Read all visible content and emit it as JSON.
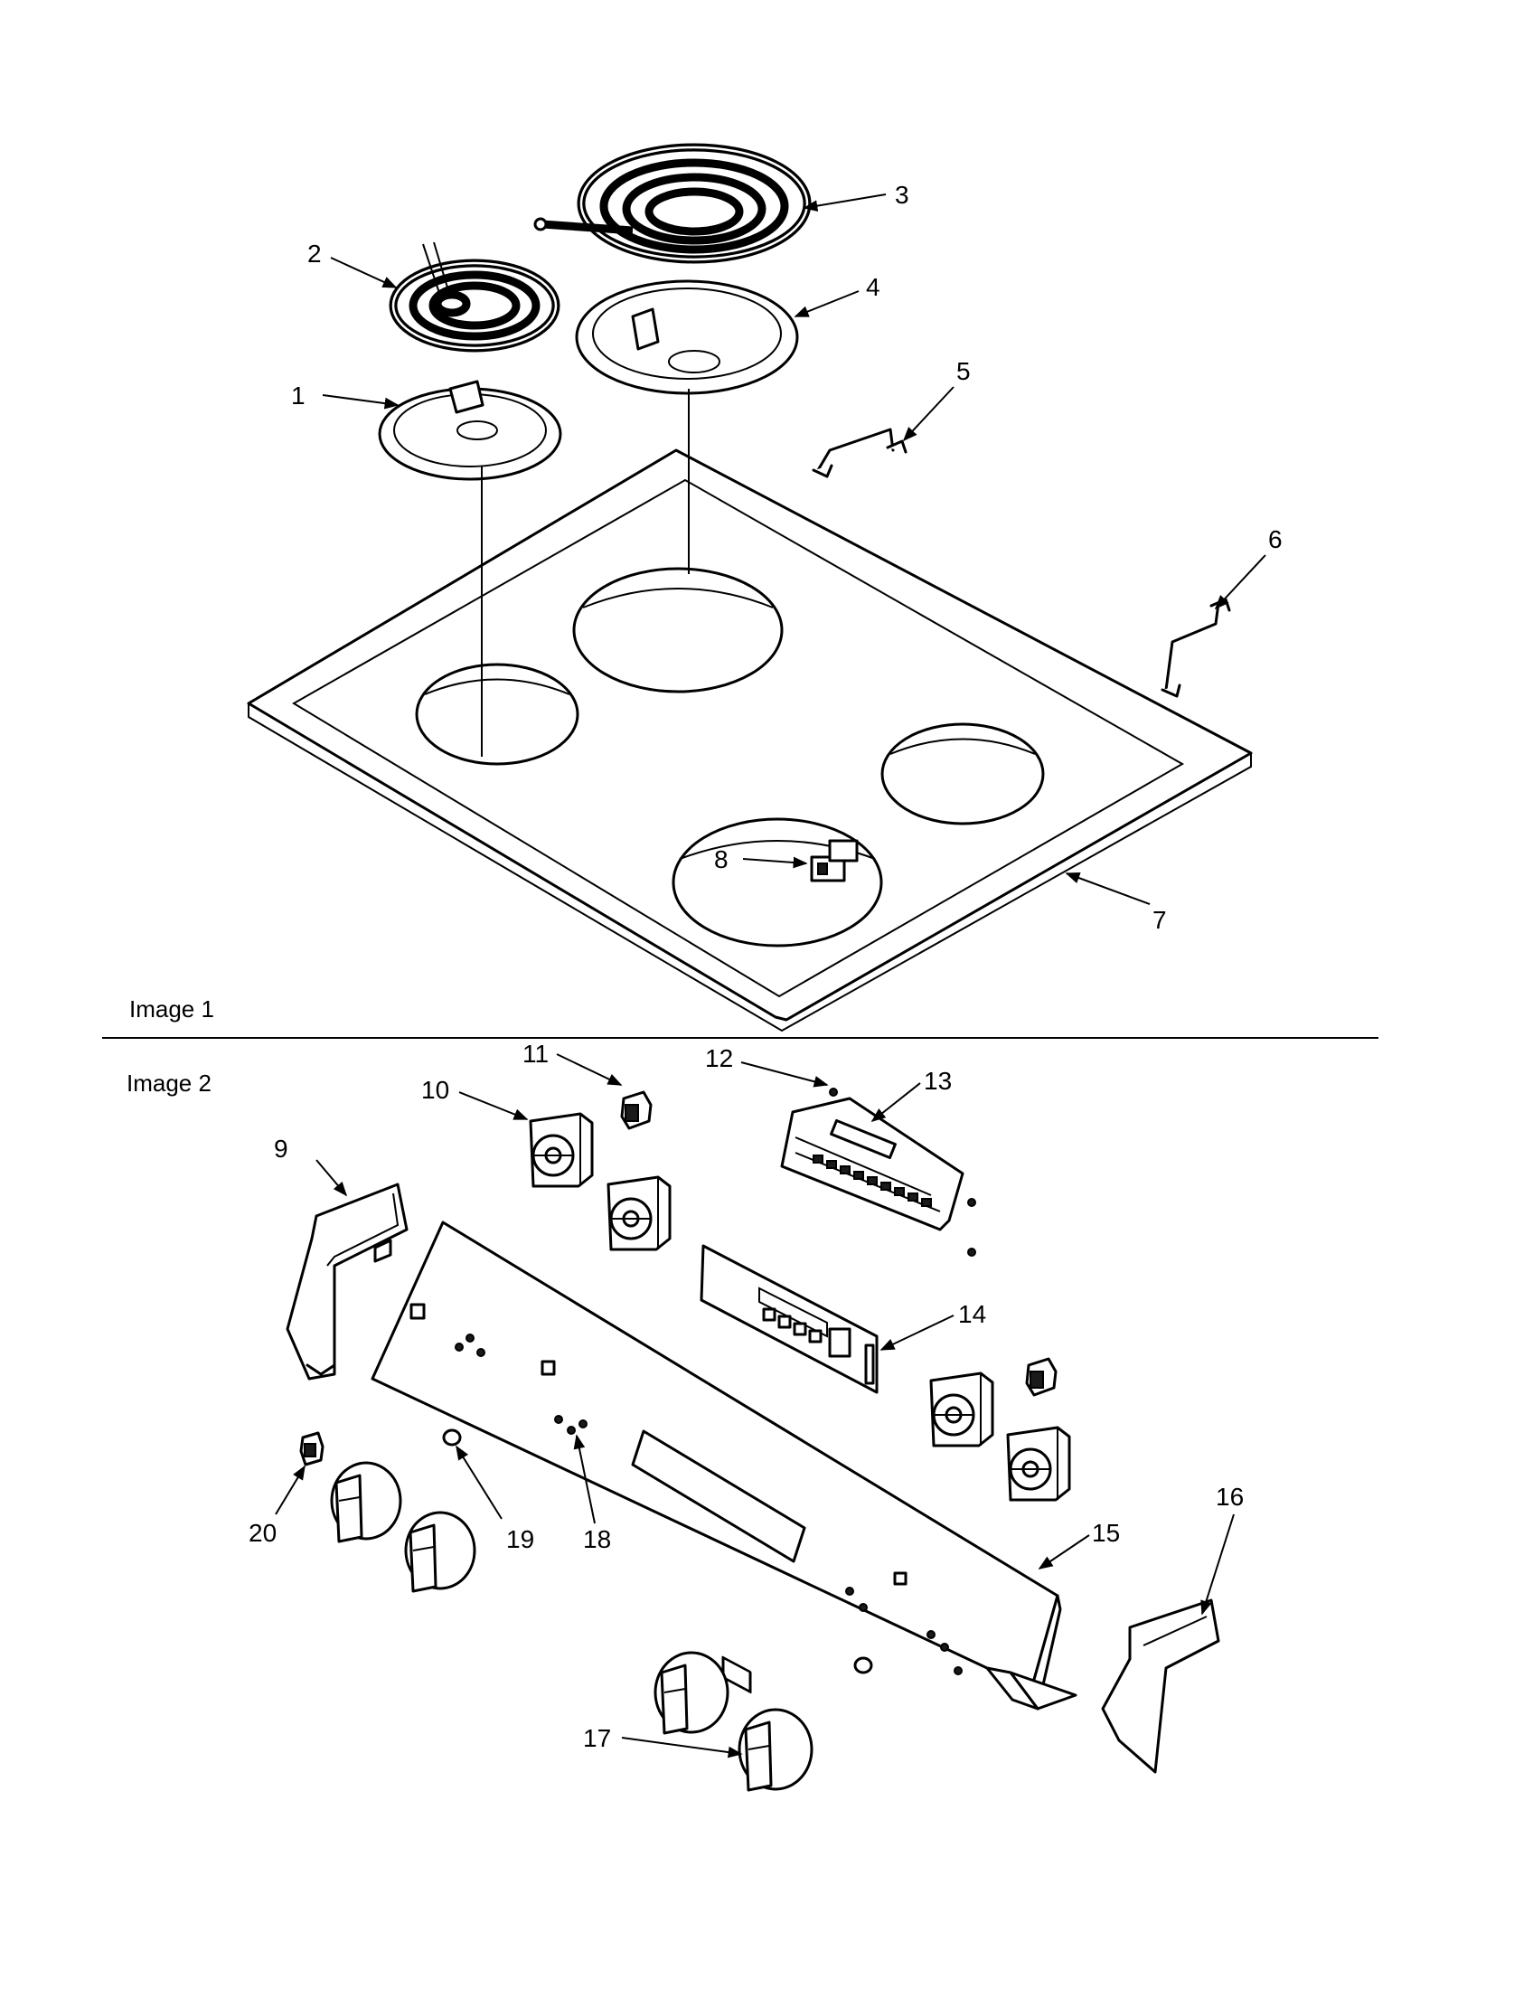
{
  "sections": {
    "image1_label": "Image 1",
    "image2_label": "Image 2"
  },
  "callouts": {
    "c1": "1",
    "c2": "2",
    "c3": "3",
    "c4": "4",
    "c5": "5",
    "c6": "6",
    "c7": "7",
    "c8": "8",
    "c9": "9",
    "c10": "10",
    "c11": "11",
    "c12": "12",
    "c13": "13",
    "c14": "14",
    "c15": "15",
    "c16": "16",
    "c17": "17",
    "c18": "18",
    "c19": "19",
    "c20": "20"
  }
}
